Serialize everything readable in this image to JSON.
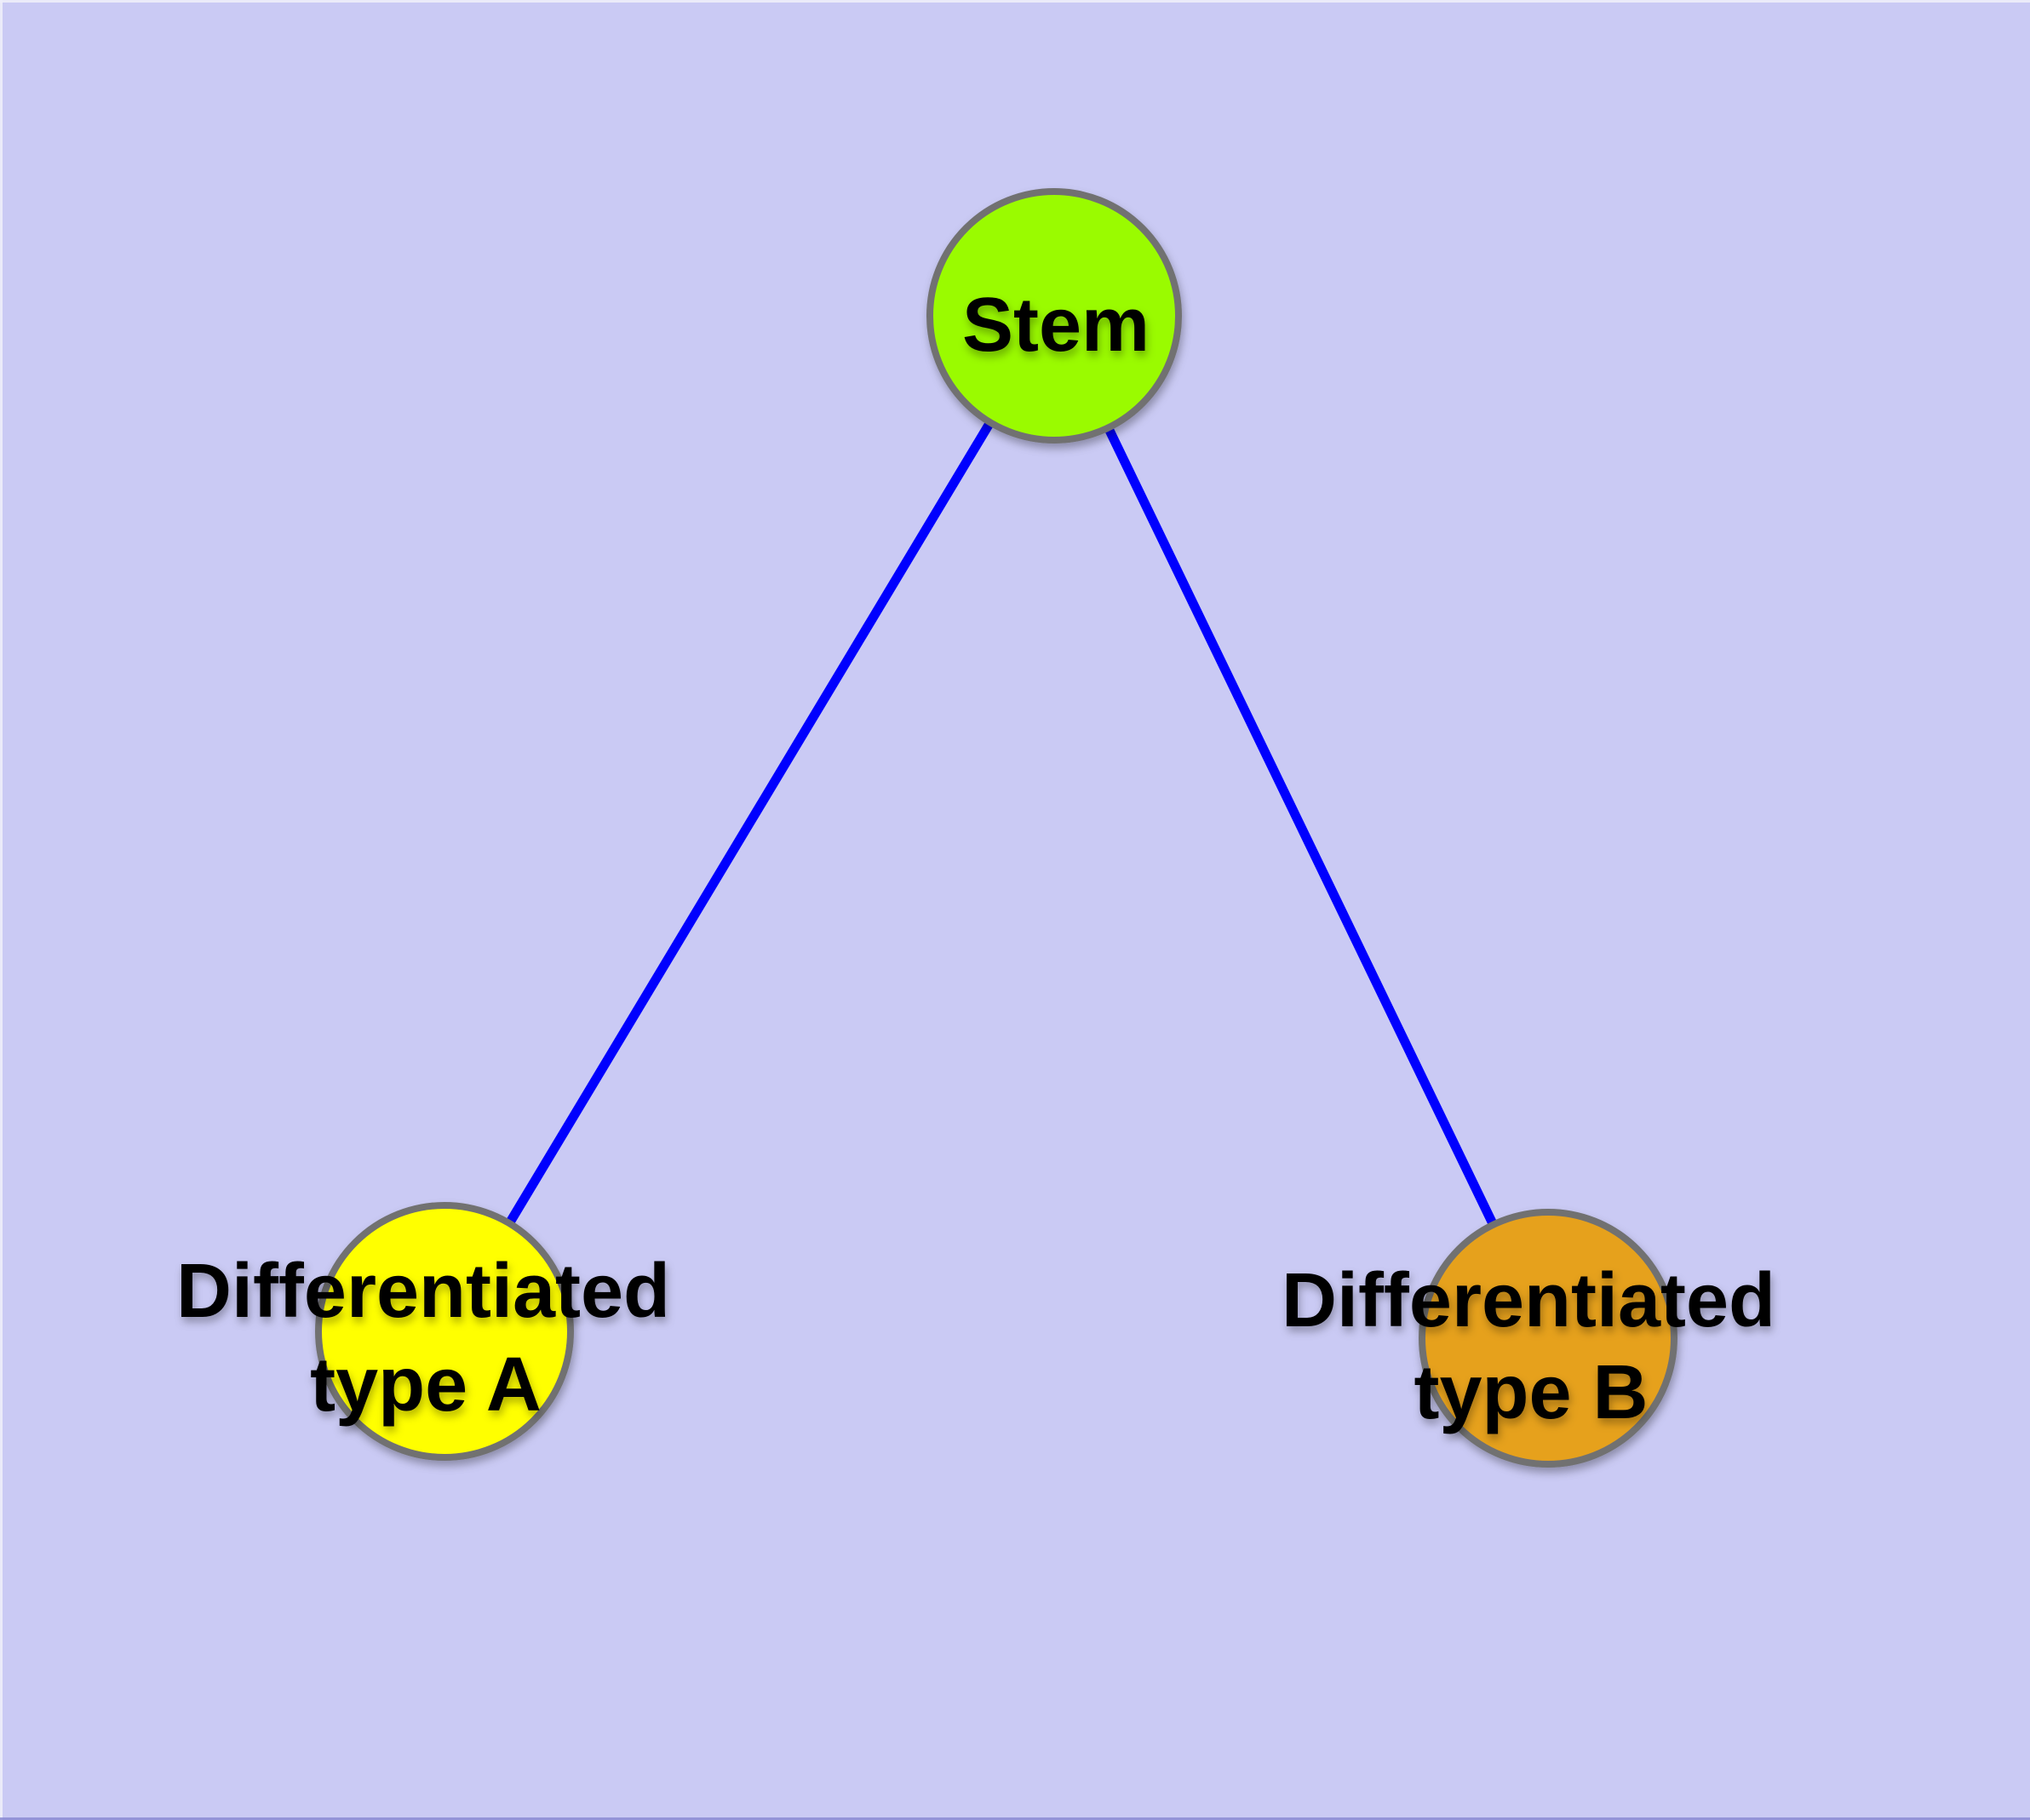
{
  "figure": {
    "kind": "node-link-diagram"
  },
  "colors": {
    "background": "#CACAF4",
    "edge": "#0000FE",
    "node_border": "#717171",
    "label_text": "#000000",
    "top_hairline": "#EEEEFA",
    "left_hairline": "#EEEEFA",
    "bottom_hairline": "#8B8BD2"
  },
  "nodes": {
    "stem": {
      "label": "Stem",
      "fill": "#9AFB00"
    },
    "diff_a": {
      "label_line1": "Differentiated",
      "label_line2": "type A",
      "fill": "#FFFF00"
    },
    "diff_b": {
      "label_line1": "Differentiated",
      "label_line2": "type B",
      "fill": "#E6A11F"
    }
  },
  "edges": [
    {
      "from": "Stem",
      "to": "Differentiated type A"
    },
    {
      "from": "Stem",
      "to": "Differentiated type B"
    }
  ]
}
